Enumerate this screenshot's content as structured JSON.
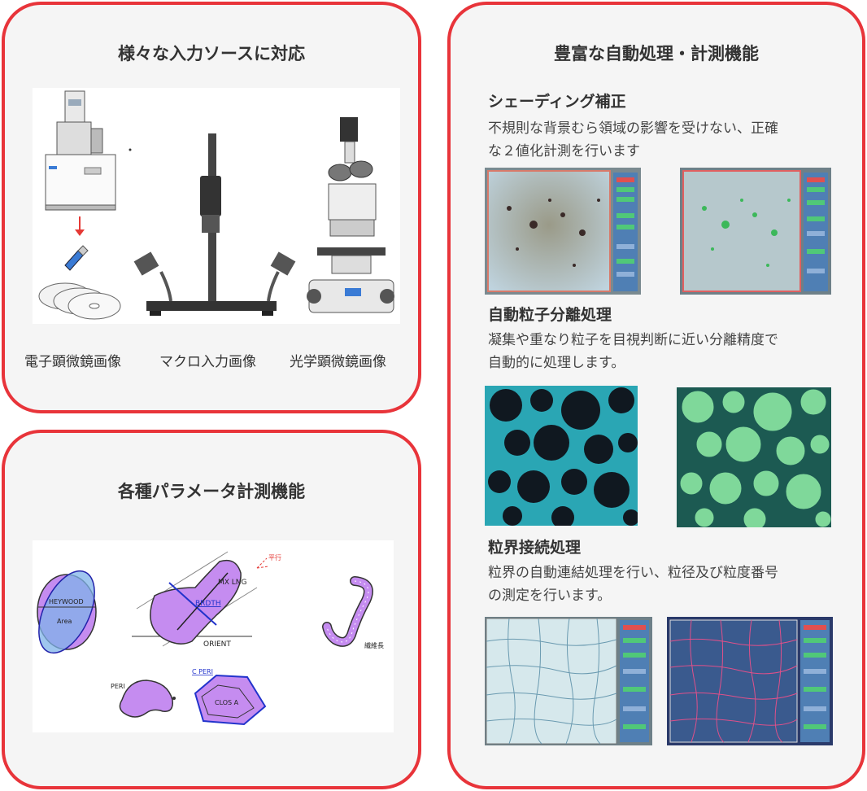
{
  "input_card": {
    "title": "様々な入力ソースに対応",
    "captions": [
      "電子顕微鏡画像",
      "マクロ入力画像",
      "光学顕微鏡画像"
    ],
    "icons": [
      "electron-microscope-icon",
      "arrow-down-icon",
      "usb-drive-icon",
      "disc-icon",
      "macro-copy-stand-icon",
      "optical-microscope-icon"
    ]
  },
  "param_card": {
    "title": "各種パラメータ計測機能",
    "diagram_labels": {
      "heywood": "HEYWOOD",
      "area": "Area",
      "mx_lng": "MX LNG",
      "brdth": "BRDTH",
      "orient": "ORIENT",
      "parallel": "平行",
      "fiber_length": "繊維長",
      "peri": "PERI",
      "c_peri": "C PERI",
      "clos_a": "CLOS A"
    }
  },
  "auto_card": {
    "title": "豊富な自動処理・計測機能",
    "sections": [
      {
        "title": "シェーディング補正",
        "body": [
          "不規則な背景むら領域の影響を受けない、正確",
          "な２値化計測を行います"
        ]
      },
      {
        "title": "自動粒子分離処理",
        "body": [
          "凝集や重なり粒子を目視判断に近い分離精度で",
          "自動的に処理します。"
        ]
      },
      {
        "title": "粒界接続処理",
        "body": [
          "粒界の自動連結処理を行い、粒径及び粒度番号",
          "の測定を行います。"
        ]
      }
    ]
  },
  "colors": {
    "card_border": "#e8343a",
    "card_bg": "#f5f5f5",
    "shape_fill": "#c58cf0",
    "shape_blue": "#7fb3ea",
    "particle_dark": "#101820",
    "particle_bg_cyan": "#2aa6b4",
    "particle_green": "#7fd89a",
    "boundary_pink": "#e0508a"
  }
}
